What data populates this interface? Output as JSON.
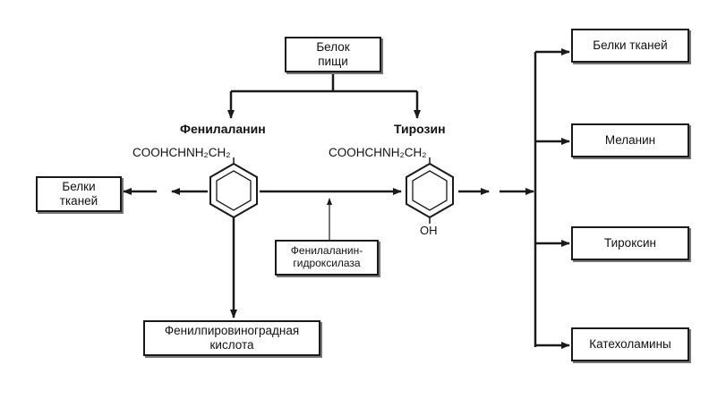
{
  "nodes": {
    "food_protein": "Белок пищи",
    "tissue_proteins_left": "Белки тканей",
    "phenylpyruvic_acid": "Фенилпировиноградная кислота",
    "enzyme": "Фенилаланин-гидроксилаза",
    "tissue_proteins_right": "Белки тканей",
    "melanin": "Меланин",
    "thyroxine": "Тироксин",
    "catecholamines": "Катехоламины"
  },
  "labels": {
    "phenylalanine": "Фенилаланин",
    "tyrosine": "Тирозин",
    "phe_formula": "COOHCHNH₂CH₂",
    "tyr_formula": "COOHCHNH₂CH₂",
    "hydroxyl": "OH"
  },
  "colors": {
    "line": "#1a1a1a",
    "ring_fill": "#ffffff"
  }
}
